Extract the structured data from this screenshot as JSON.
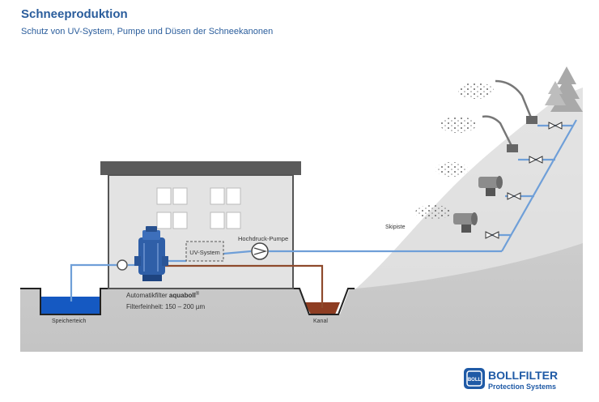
{
  "header": {
    "title": "Schneeproduktion",
    "subtitle": "Schutz von UV-System, Pumpe und Düsen der Schneekanonen"
  },
  "diagram": {
    "labels": {
      "uv_system": "UV-System",
      "pump": "Hochdruck-Pumpe",
      "filter_prefix": "Automatikfilter ",
      "filter_name": "aquaboll",
      "filter_reg": "®",
      "filter_fineness": "Filterfeinheit: 150 – 200 µm",
      "reservoir": "Speicherteich",
      "canal": "Kanal",
      "ski_slope": "Skipiste"
    },
    "colors": {
      "clean_water_pipe": "#6f9fd8",
      "drain_pipe": "#8e4a2c",
      "reservoir_water": "#1559c2",
      "canal_sludge": "#8e3d22",
      "filter_body": "#2f5fa8"
    },
    "icons": [
      "snow-cannon-icon",
      "valve-icon",
      "pump-icon",
      "filter-icon",
      "fir-tree-icon"
    ]
  },
  "logo": {
    "brand": "BOLLFILTER",
    "tagline": "Protection Systems",
    "mark": "BOLL"
  }
}
